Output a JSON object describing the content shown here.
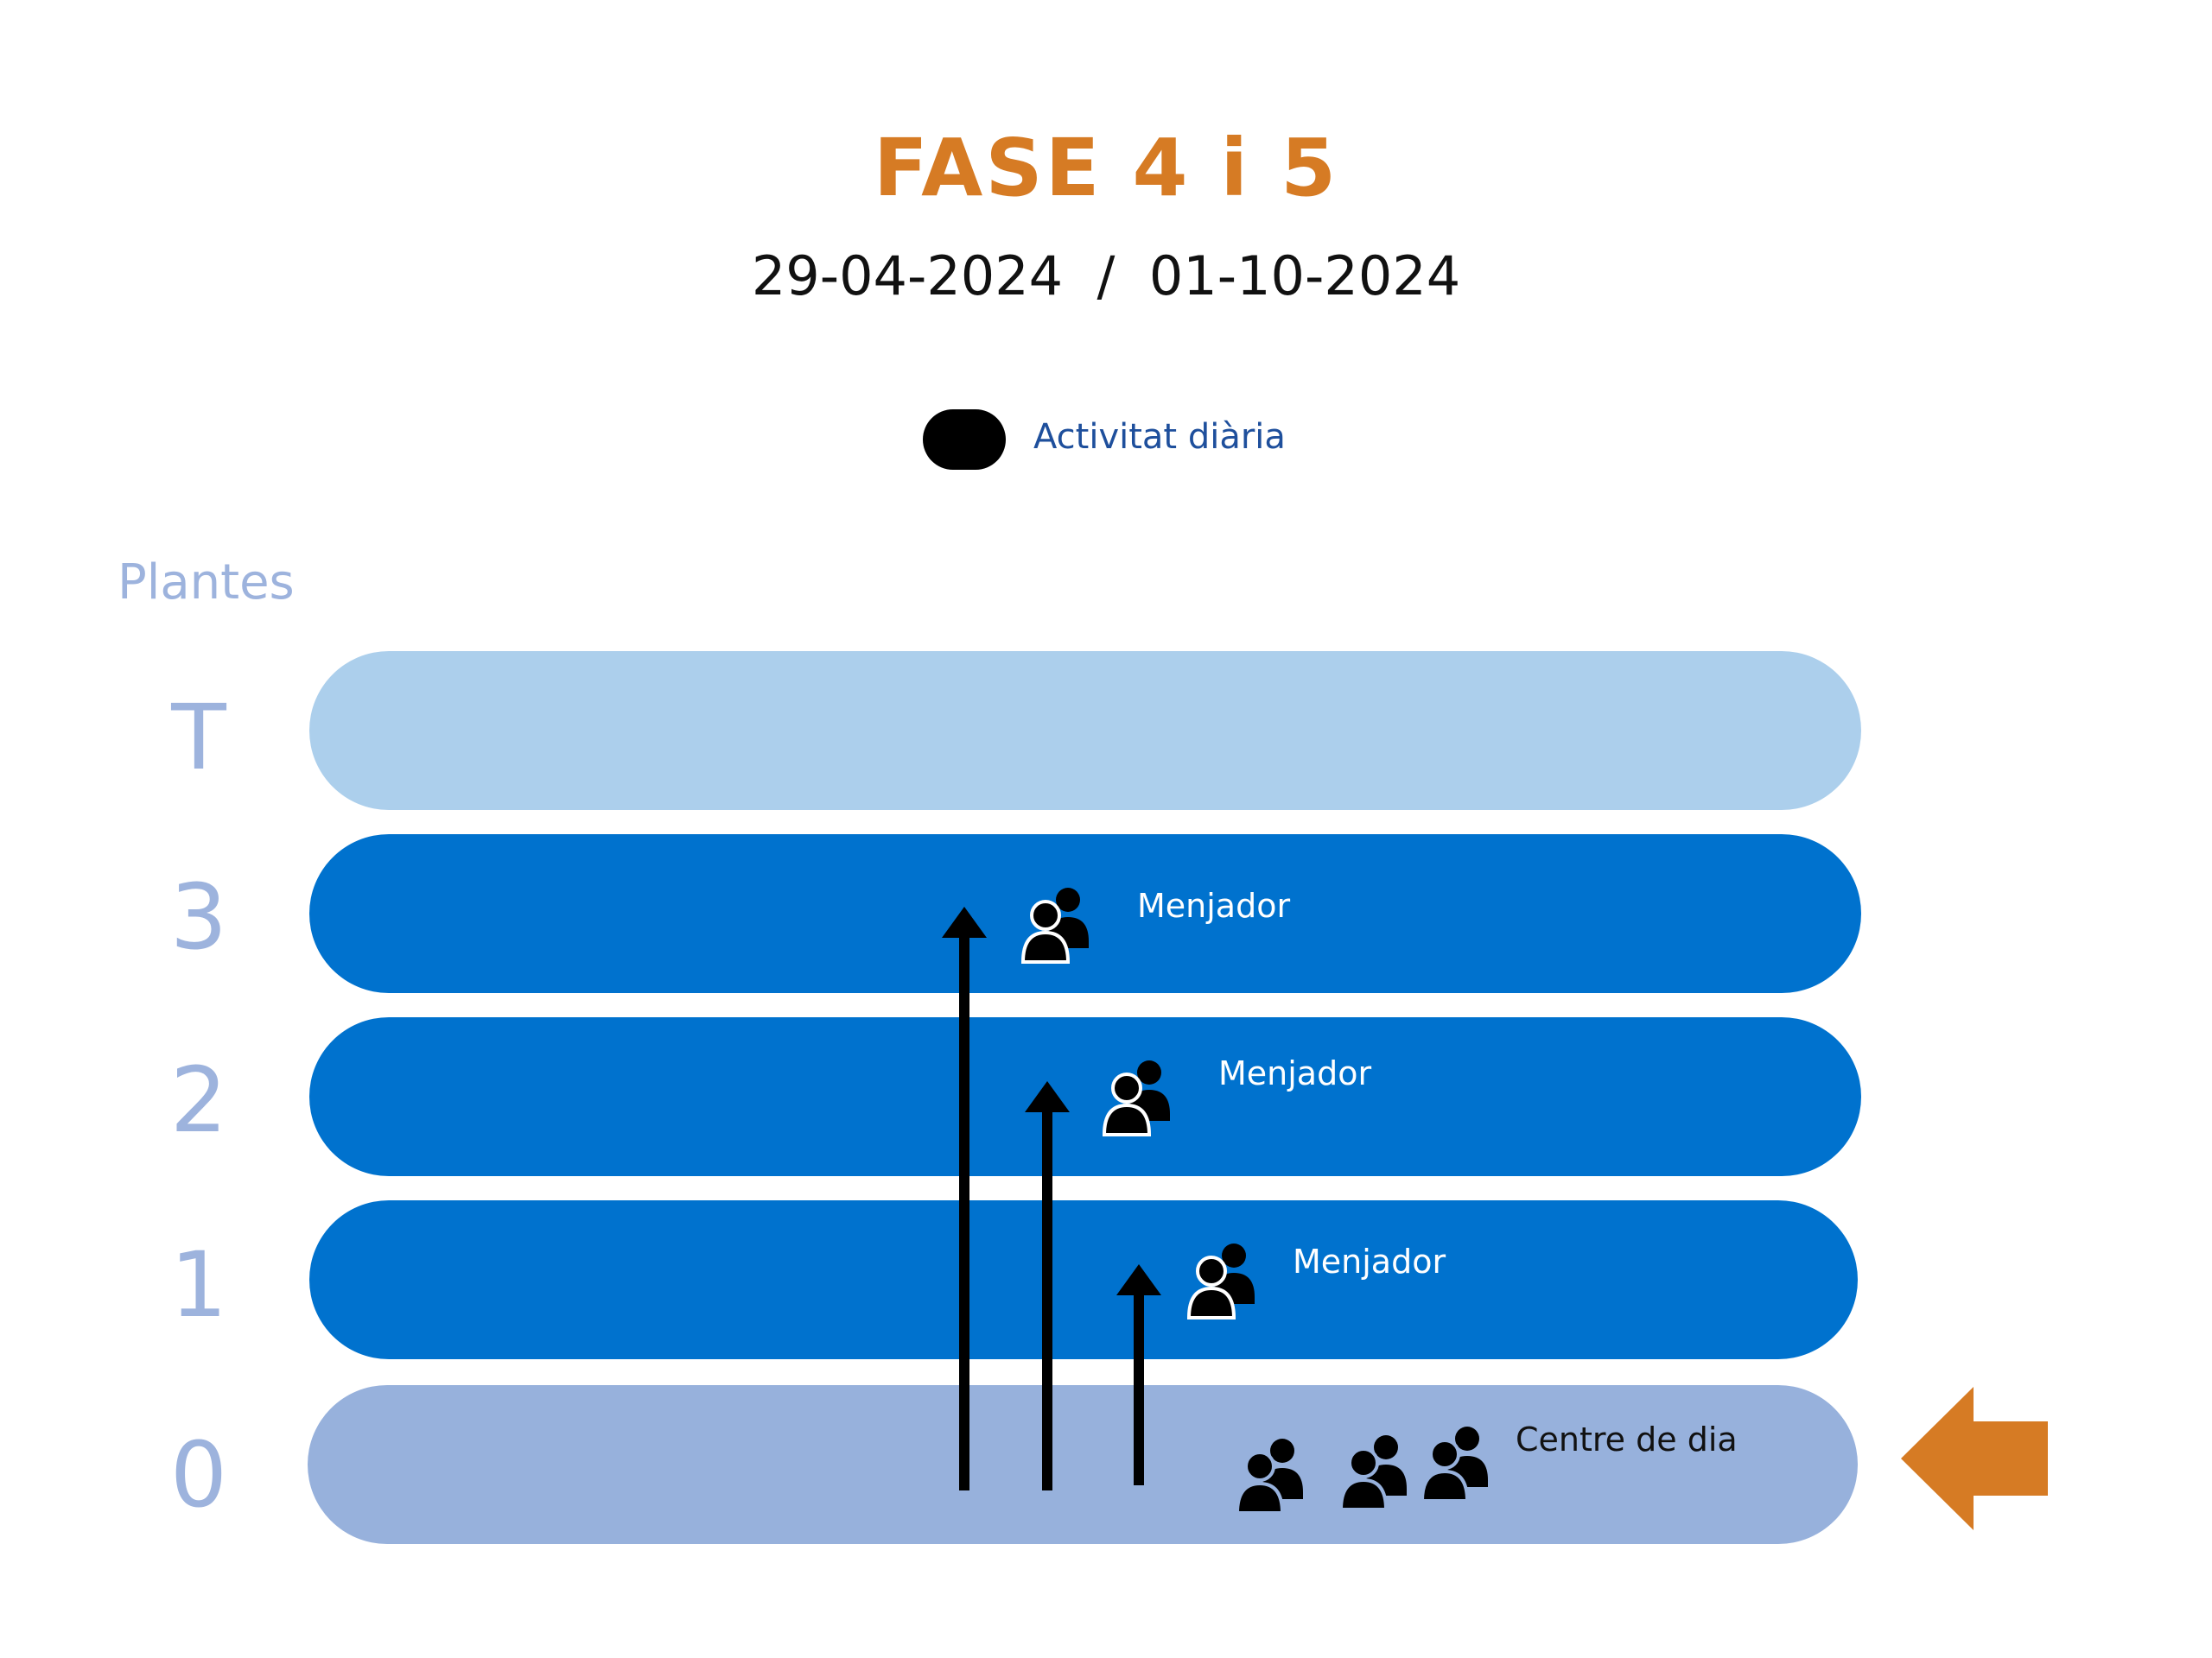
{
  "header": {
    "title": "FASE 4 i 5",
    "dates": "29-04-2024  /  01-10-2024"
  },
  "legend": {
    "label": "Activitat diària",
    "swatch_color": "#000000"
  },
  "axis": {
    "title": "Plantes"
  },
  "floors": [
    {
      "id": "T",
      "label": "T",
      "color": "#ACCFEC",
      "room": "",
      "groups": 0
    },
    {
      "id": "3",
      "label": "3",
      "color": "#0072CE",
      "room": "Menjador",
      "groups": 1
    },
    {
      "id": "2",
      "label": "2",
      "color": "#0072CE",
      "room": "Menjador",
      "groups": 1
    },
    {
      "id": "1",
      "label": "1",
      "color": "#0072CE",
      "room": "Menjador",
      "groups": 1
    },
    {
      "id": "0",
      "label": "0",
      "color": "#97B1DC",
      "room": "Centre de dia",
      "groups": 3
    }
  ],
  "flows": [
    {
      "from": "0",
      "to": "3"
    },
    {
      "from": "0",
      "to": "2"
    },
    {
      "from": "0",
      "to": "1"
    }
  ],
  "entry": {
    "floor": "0",
    "color": "#D67B24"
  },
  "colors": {
    "title": "#D67B24",
    "axis": "#9DB3DD",
    "legend_text": "#1E4F9C",
    "icons": "#000000"
  },
  "icons": {
    "group": "people-group-icon",
    "flow": "up-arrow-icon",
    "entry": "entry-arrow-icon"
  }
}
